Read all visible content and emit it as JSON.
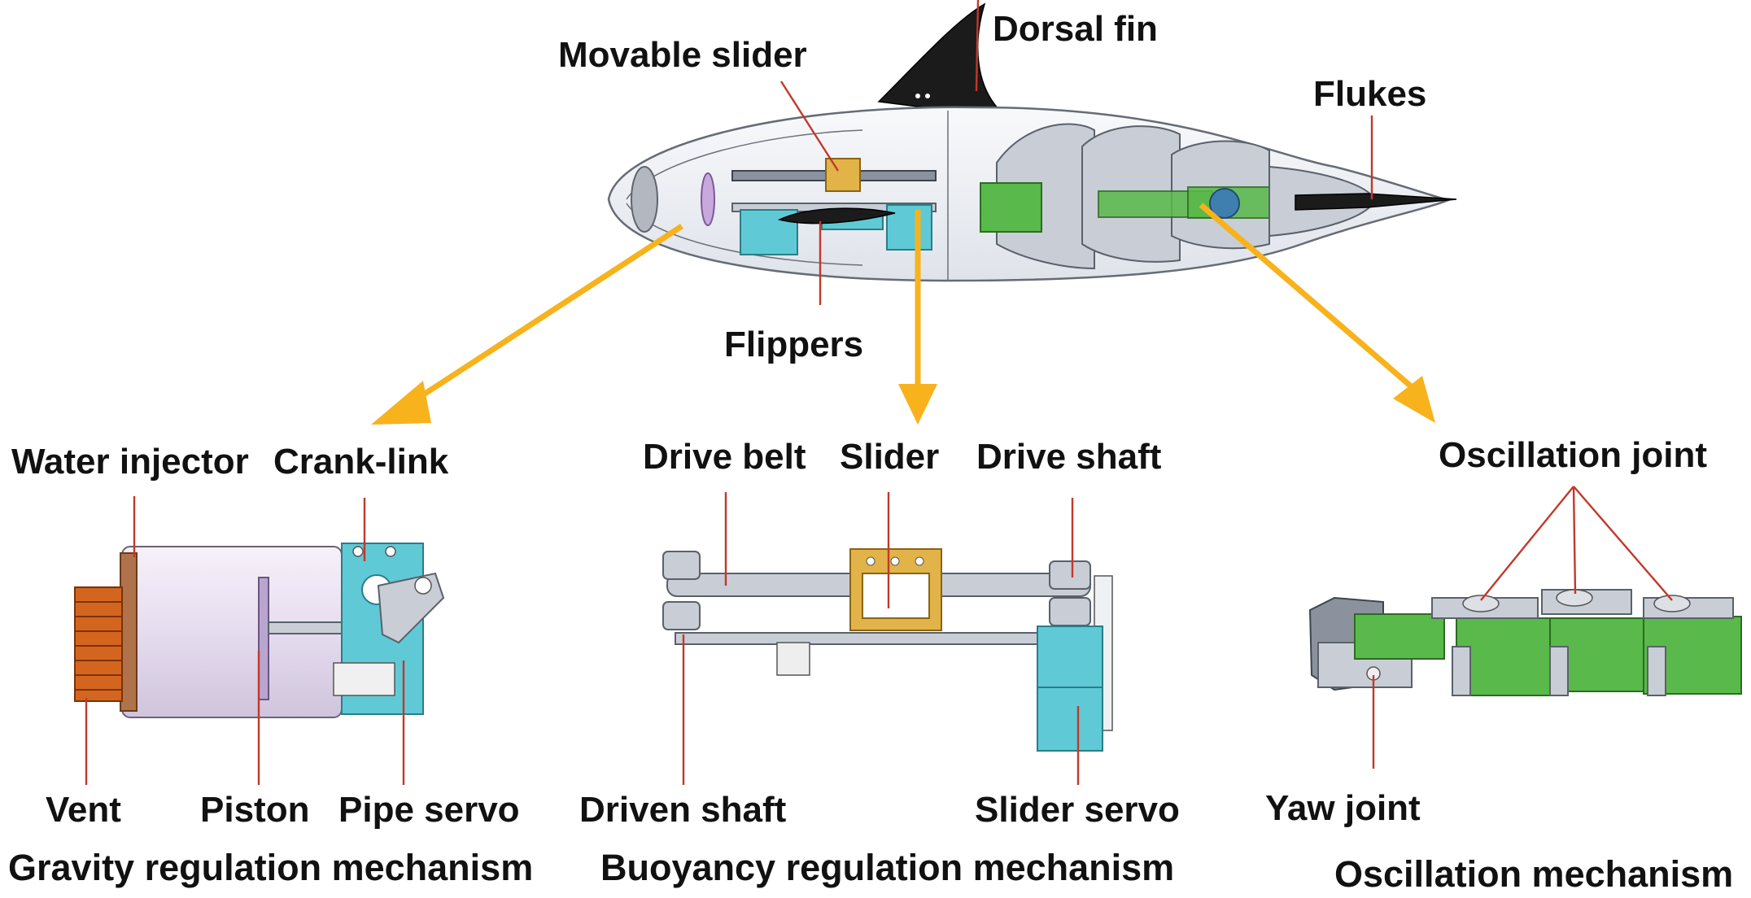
{
  "top_labels": {
    "dorsal_fin": "Dorsal fin",
    "movable_slider": "Movable slider",
    "flukes": "Flukes",
    "flippers": "Flippers"
  },
  "gravity": {
    "water_injector": "Water injector",
    "crank_link": "Crank-link",
    "vent": "Vent",
    "piston": "Piston",
    "pipe_servo": "Pipe servo",
    "caption": "Gravity regulation mechanism"
  },
  "buoyancy": {
    "drive_belt": "Drive belt",
    "slider": "Slider",
    "drive_shaft": "Drive shaft",
    "driven_shaft": "Driven shaft",
    "slider_servo": "Slider servo",
    "caption": "Buoyancy regulation mechanism"
  },
  "oscillation": {
    "oscillation_joint": "Oscillation joint",
    "yaw_joint": "Yaw joint",
    "caption": "Oscillation mechanism"
  },
  "colors": {
    "arrow": "#f7b21c",
    "leader": "#c0392b",
    "servo_cyan": "#5fcad6",
    "servo_green": "#59b94a",
    "slider_gold": "#e2b348",
    "injector_copper": "#d4651f"
  }
}
